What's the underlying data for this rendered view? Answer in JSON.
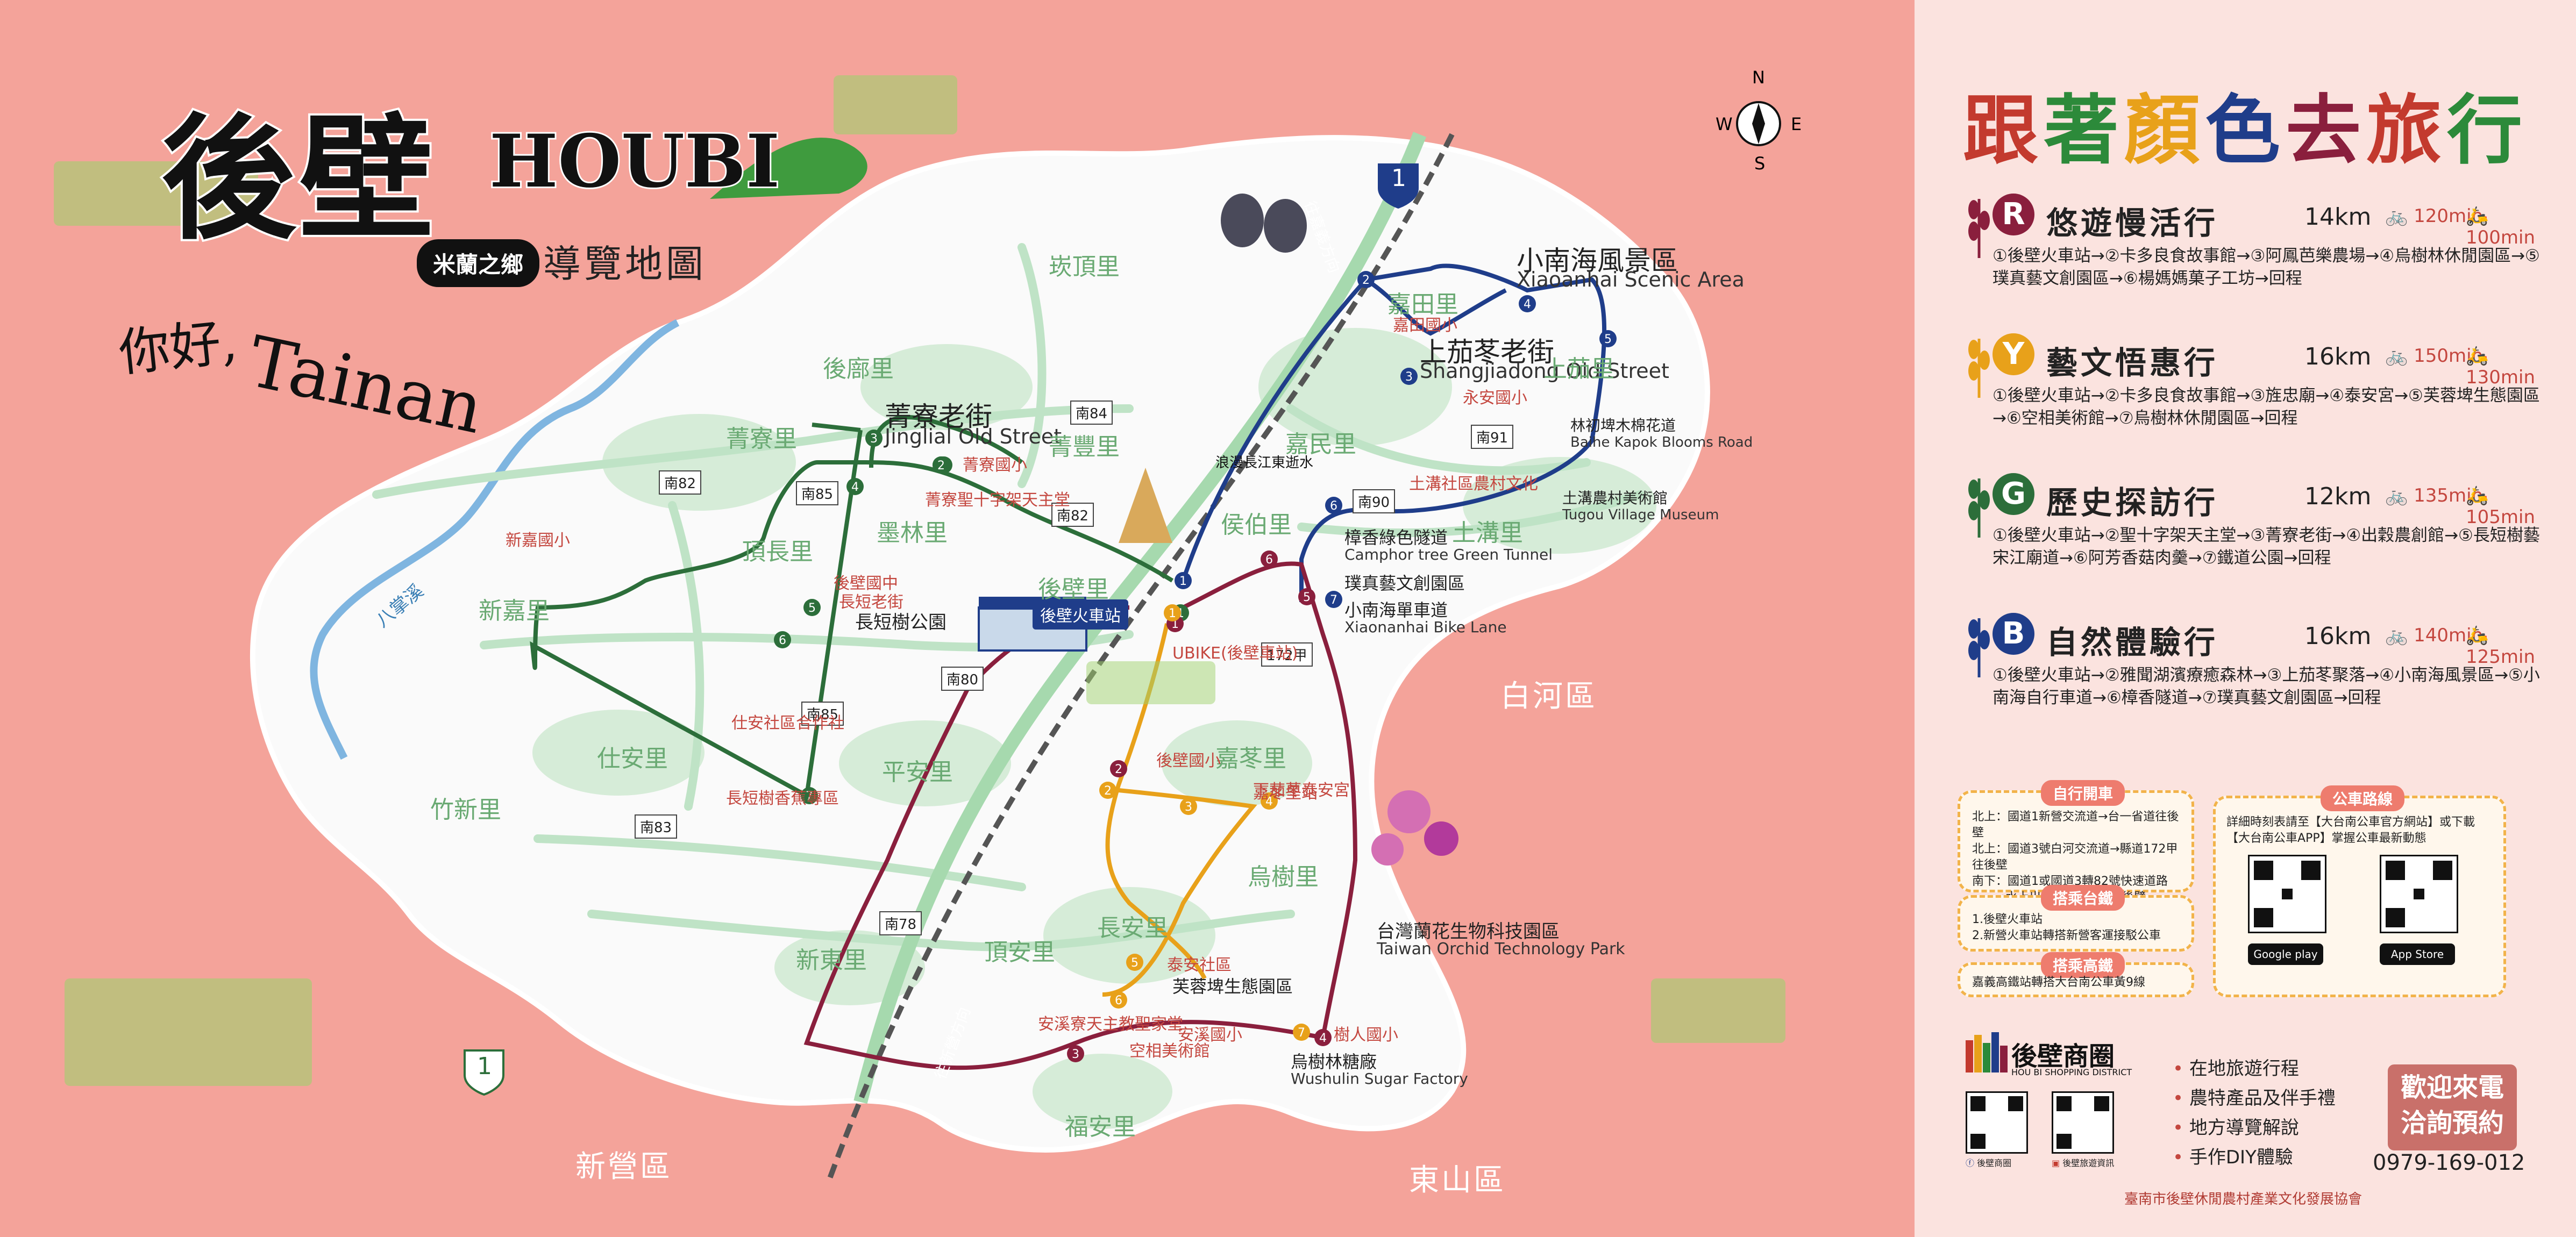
{
  "map": {
    "title_zh": "後壁",
    "title_en": "HOUBI",
    "tagline_pill": "米蘭之鄉",
    "subtitle": "導覽地圖",
    "greeting_zh": "你好,",
    "greeting_en": "Tainan",
    "compass": {
      "n": "N",
      "s": "S",
      "e": "E",
      "w": "W"
    },
    "highway": "1",
    "places": [
      {
        "zh": "小南海風景區",
        "en": "Xiaoanhai Scenic Area"
      },
      {
        "zh": "上茄苳老街",
        "en": "Shangjiadong Old Street"
      },
      {
        "zh": "菁寮老街",
        "en": "Jinglial Old Street"
      },
      {
        "zh": "樟香綠色隧道",
        "en": "Camphor tree Green Tunnel"
      },
      {
        "zh": "小南海單車道",
        "en": "Xiaonanhai Bike Lane"
      },
      {
        "zh": "台灣蘭花生物科技園區",
        "en": "Taiwan Orchid Technology Park"
      },
      {
        "zh": "烏樹林糖廠",
        "en": "Wushulin Sugar Factory"
      },
      {
        "zh": "林初埤木棉花道",
        "en": "Baihe Kapok Blooms Road"
      },
      {
        "zh": "土溝農村美術館",
        "en": "Tugou Village Museum"
      },
      {
        "zh": "長短樹公園",
        "en": ""
      }
    ],
    "villages": [
      "崁頂里",
      "嘉田里",
      "後廍里",
      "菁寮里",
      "菁豐里",
      "墨林里",
      "後壁里",
      "侯伯里",
      "嘉民里",
      "上茄里",
      "土溝里",
      "頂長里",
      "新嘉里",
      "仕安里",
      "竹新里",
      "平安里",
      "嘉苳里",
      "長安里",
      "烏樹里",
      "頂安里",
      "新東里",
      "福安里"
    ],
    "districts": [
      "白河區",
      "新營區",
      "東山區"
    ],
    "river": "八掌溪",
    "roads": [
      "南84",
      "南82",
      "南85",
      "南82",
      "南80",
      "南85",
      "南83",
      "南78",
      "南90",
      "南91",
      "172甲"
    ],
    "station": "後壁火車站",
    "rail_note": "浪漫長江東逝水",
    "town_labels": [
      "菁寮聖十字架天主堂",
      "後壁國中",
      "後壁國小",
      "長短老街",
      "仕安社區合作社",
      "長短樹香蕉專區",
      "嘉苳里站",
      "安溪國小",
      "樹人國小",
      "泰安社區",
      "芙蓉埤生態園區",
      "安溪寮天主教聖家堂",
      "空相美術館",
      "嘉田國小",
      "土溝社區農村文化",
      "UBIKE(後壁車站)",
      "璞真藝文創園區",
      "永安國小",
      "新嘉國小",
      "菁寮國小",
      "下茄苳泰安宮"
    ],
    "route_arrows": [
      "往新營方向",
      "往嘉義方向"
    ]
  },
  "panel": {
    "title_chars": [
      "跟",
      "著",
      "顏",
      "色",
      "去",
      "旅",
      "行"
    ],
    "routes": [
      {
        "code": "R",
        "name": "悠遊慢活行",
        "dist": "14km",
        "bike": "120min",
        "scooter": "100min",
        "color": "#8a1f3d",
        "stops": "①後壁火車站→②卡多良食故事館→③阿鳳芭樂農場→④烏樹林休閒園區→⑤璞真藝文創園區→⑥楊媽媽菓子工坊→回程"
      },
      {
        "code": "Y",
        "name": "藝文悟惠行",
        "dist": "16km",
        "bike": "150min",
        "scooter": "130min",
        "color": "#e8a11a",
        "stops": "①後壁火車站→②卡多良食故事館→③旌忠廟→④泰安宮→⑤芙蓉埤生態園區→⑥空相美術館→⑦烏樹林休閒園區→回程"
      },
      {
        "code": "G",
        "name": "歷史探訪行",
        "dist": "12km",
        "bike": "135min",
        "scooter": "105min",
        "color": "#2c6e3a",
        "stops": "①後壁火車站→②聖十字架天主堂→③菁寮老街→④出穀農創館→⑤長短樹藝宋江廟道→⑥阿芳香菇肉羹→⑦鐵道公園→回程"
      },
      {
        "code": "B",
        "name": "自然體驗行",
        "dist": "16km",
        "bike": "140min",
        "scooter": "125min",
        "color": "#1f3d8a",
        "stops": "①後壁火車站→②雅聞湖濱療癒森林→③上茄苳聚落→④小南海風景區→⑤小南海自行車道→⑥樟香隧道→⑦璞真藝文創園區→回程"
      }
    ],
    "boxes": {
      "drive": {
        "tag": "自行開車",
        "text": "北上：國道1新營交流道→台一省道往後壁\n北上：國道3號白河交流道→縣道172甲往後壁\n南下：國道1或國道3轉82號快速道路\n　　→水上出口→台一省道往後壁"
      },
      "train": {
        "tag": "搭乘台鐵",
        "text": "1.後壁火車站\n2.新營火車站轉搭新營客運接駁公車"
      },
      "hsr": {
        "tag": "搭乘高鐵",
        "text": "嘉義高鐵站轉搭大台南公車黃9線"
      },
      "bus": {
        "tag": "公車路線",
        "text": "詳細時刻表請至【大台南公車官方網站】或下載【大台南公車APP】掌握公車最新動態",
        "google": "Google play",
        "apple": "App Store"
      }
    },
    "brand": {
      "zh": "後壁商圈",
      "en": "HOU BI SHOPPING DISTRICT",
      "fb": "後壁商圈",
      "web": "後壁旅遊資訊"
    },
    "services": [
      "在地旅遊行程",
      "農特產品及伴手禮",
      "地方導覽解說",
      "手作DIY體驗"
    ],
    "call": {
      "line1": "歡迎來電",
      "line2": "洽詢預約",
      "phone": "0979-169-012"
    },
    "footer": "臺南市後壁休閒農村產業文化發展協會"
  }
}
